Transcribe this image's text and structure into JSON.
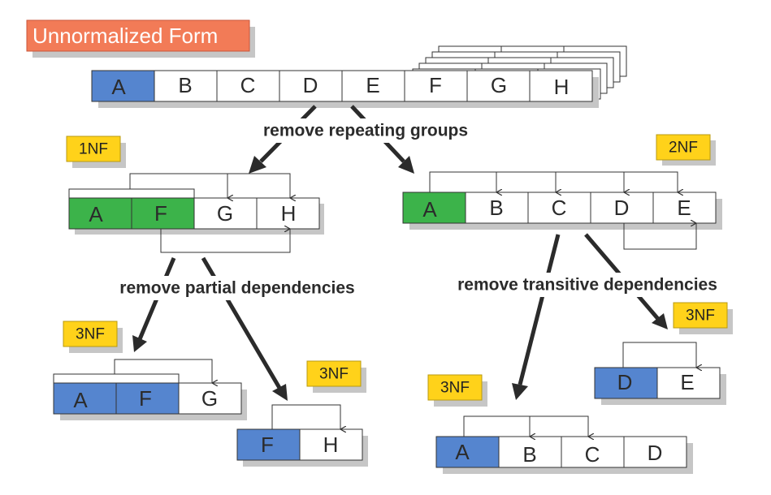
{
  "title": "Unnormalized Form",
  "colors": {
    "title_bg": "#f27b57",
    "badge_bg": "#ffd21a",
    "key_green": "#3cb34a",
    "key_blue": "#5585cf",
    "shadow": "#c6c6c6",
    "line": "#333333"
  },
  "actions": {
    "repeating": "remove repeating groups",
    "partial": "remove partial dependencies",
    "transitive": "remove transitive dependencies"
  },
  "tables": {
    "unnormalized": {
      "cells": [
        "A",
        "B",
        "C",
        "D",
        "E",
        "F",
        "G",
        "H"
      ]
    },
    "nf1": {
      "badge": "1NF",
      "cells": [
        "A",
        "F",
        "G",
        "H"
      ]
    },
    "nf2": {
      "badge": "2NF",
      "cells": [
        "A",
        "B",
        "C",
        "D",
        "E"
      ]
    },
    "nf3_afg": {
      "badge": "3NF",
      "cells": [
        "A",
        "F",
        "G"
      ]
    },
    "nf3_fh": {
      "badge": "3NF",
      "cells": [
        "F",
        "H"
      ]
    },
    "nf3_abcd": {
      "badge": "3NF",
      "cells": [
        "A",
        "B",
        "C",
        "D"
      ]
    },
    "nf3_de": {
      "badge": "3NF",
      "cells": [
        "D",
        "E"
      ]
    }
  }
}
